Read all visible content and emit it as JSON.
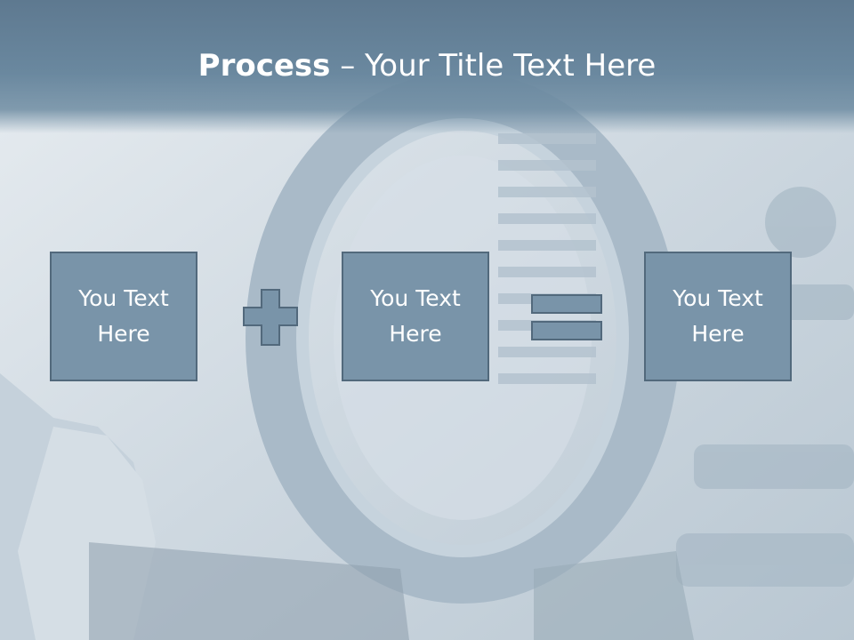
{
  "title": {
    "bold": "Process",
    "dash": " – ",
    "rest": "Your Title Text Here"
  },
  "boxes": [
    {
      "label": "You Text Here"
    },
    {
      "label": "You Text Here"
    },
    {
      "label": "You Text Here"
    }
  ],
  "operators": [
    "plus-icon",
    "equals-icon"
  ],
  "colors": {
    "box_fill": "#7994a9",
    "box_border": "#52697c",
    "title_band": "#5e7990",
    "text": "#ffffff"
  }
}
